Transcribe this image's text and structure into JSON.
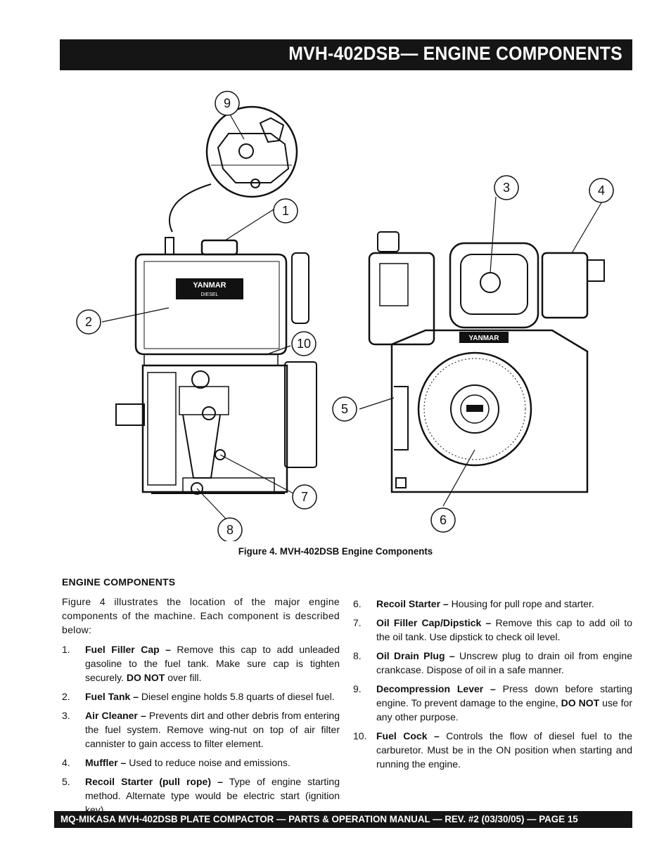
{
  "header": {
    "title": "MVH-402DSB— ENGINE COMPONENTS"
  },
  "figure": {
    "caption": "Figure 4.  MVH-402DSB Engine Components",
    "callouts": [
      "1",
      "2",
      "3",
      "4",
      "5",
      "6",
      "7",
      "8",
      "9",
      "10"
    ],
    "brand_label": "YANMAR",
    "brand_sub": "DIESEL"
  },
  "section": {
    "heading": "ENGINE COMPONENTS",
    "intro": "Figure 4 illustrates the location of the major engine components of the machine. Each component is described below:"
  },
  "items": [
    {
      "num": "1.",
      "term": "Fuel Filler Cap –",
      "desc": " Remove this cap to add unleaded gasoline to the fuel tank. Make sure cap is tighten securely.",
      "em": "DO NOT",
      "desc2": " over fill."
    },
    {
      "num": "2.",
      "term": "Fuel Tank –",
      "desc": "  Diesel engine holds  5.8 quarts of diesel fuel.",
      "em": "",
      "desc2": ""
    },
    {
      "num": "3.",
      "term": "Air Cleaner –",
      "desc": " Prevents dirt and other debris from entering the fuel system. Remove wing-nut on top of air filter cannister to gain access to filter element.",
      "em": "",
      "desc2": ""
    },
    {
      "num": "4.",
      "term": "Muffler –",
      "desc": " Used to reduce noise and emissions.",
      "em": "",
      "desc2": ""
    },
    {
      "num": "5.",
      "term": "Recoil Starter (pull rope) –",
      "desc": " Type of engine starting method. Alternate type would be electric start (ignition key).",
      "em": "",
      "desc2": ""
    },
    {
      "num": "6.",
      "term": "Recoil Starter –",
      "desc": " Housing for pull rope and starter.",
      "em": "",
      "desc2": ""
    },
    {
      "num": "7.",
      "term": "Oil Filler Cap/Dipstick –",
      "desc": "  Remove this cap to add oil to the oil tank. Use dipstick to check oil level.",
      "em": "",
      "desc2": ""
    },
    {
      "num": "8.",
      "term": "Oil Drain Plug –",
      "desc": " Unscrew plug to drain oil from engine crankcase. Dispose of oil in a safe manner.",
      "em": "",
      "desc2": ""
    },
    {
      "num": "9.",
      "term": "Decompression Lever –",
      "desc": " Press down before starting engine. To prevent damage to the engine,",
      "em": "DO NOT",
      "desc2": " use for any other purpose."
    },
    {
      "num": "10.",
      "term": "Fuel Cock –",
      "desc": " Controls the flow of diesel fuel to the carburetor. Must be in the ON position when starting and running the engine.",
      "em": "",
      "desc2": ""
    }
  ],
  "footer": {
    "text": "MQ-MIKASA MVH-402DSB PLATE COMPACTOR — PARTS & OPERATION MANUAL — REV. #2  (03/30/05) — PAGE 15"
  }
}
